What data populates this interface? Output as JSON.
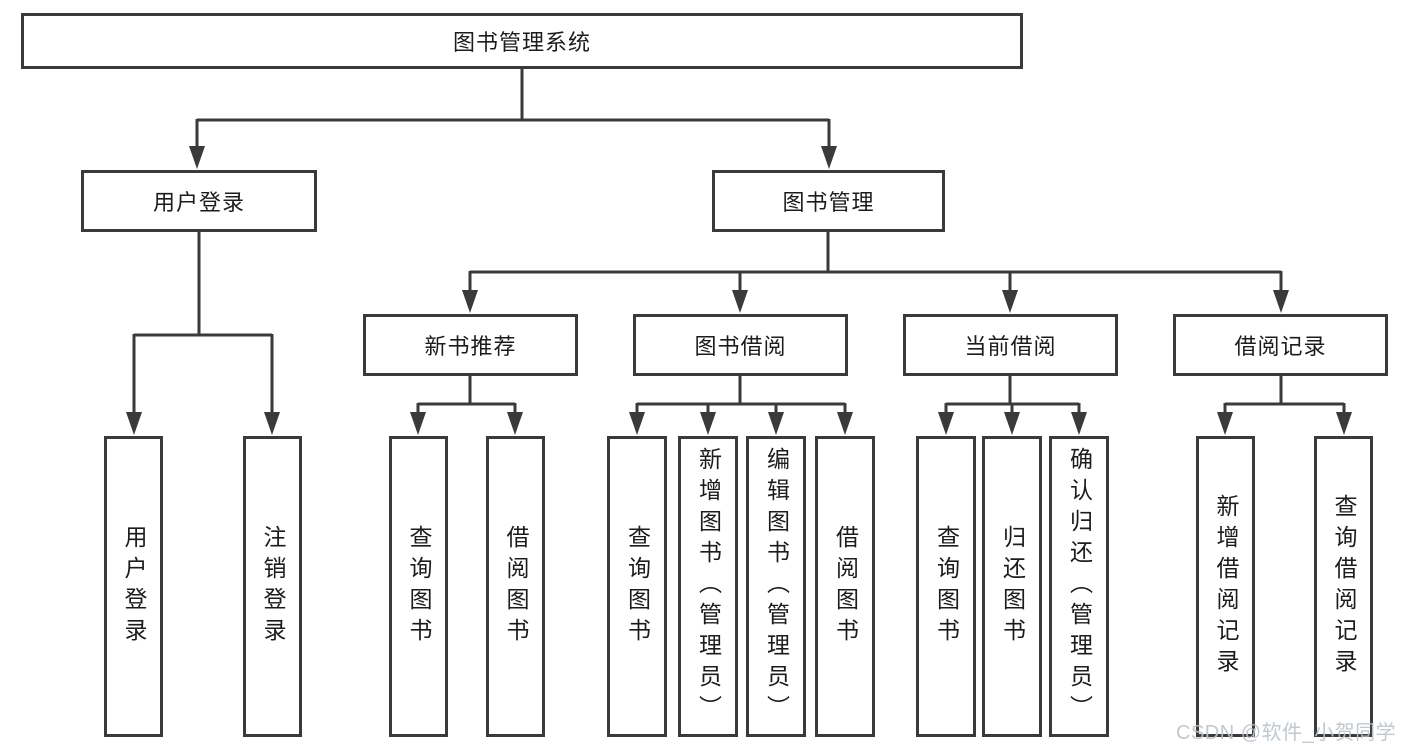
{
  "diagram": {
    "root": {
      "label": "图书管理系统"
    },
    "level2": [
      {
        "label": "用户登录",
        "parent": "图书管理系统"
      },
      {
        "label": "图书管理",
        "parent": "图书管理系统"
      }
    ],
    "level3": [
      {
        "label": "新书推荐",
        "parent": "图书管理"
      },
      {
        "label": "图书借阅",
        "parent": "图书管理"
      },
      {
        "label": "当前借阅",
        "parent": "图书管理"
      },
      {
        "label": "借阅记录",
        "parent": "图书管理"
      }
    ],
    "leaves": [
      {
        "label": "用户登录",
        "parent": "用户登录"
      },
      {
        "label": "注销登录",
        "parent": "用户登录"
      },
      {
        "label": "查询图书",
        "parent": "新书推荐"
      },
      {
        "label": "借阅图书",
        "parent": "新书推荐"
      },
      {
        "label": "查询图书",
        "parent": "图书借阅"
      },
      {
        "label": "新增图书（管理员）",
        "parent": "图书借阅"
      },
      {
        "label": "编辑图书（管理员）",
        "parent": "图书借阅"
      },
      {
        "label": "借阅图书",
        "parent": "图书借阅"
      },
      {
        "label": "查询图书",
        "parent": "当前借阅"
      },
      {
        "label": "归还图书",
        "parent": "当前借阅"
      },
      {
        "label": "确认归还（管理员）",
        "parent": "当前借阅"
      },
      {
        "label": "新增借阅记录",
        "parent": "借阅记录"
      },
      {
        "label": "查询借阅记录",
        "parent": "借阅记录"
      }
    ],
    "watermark": "CSDN @软件_小贺同学",
    "colors": {
      "line": "#3a3a3a",
      "text": "#1c1c1c",
      "watermark": "#bcc3ca",
      "background": "#ffffff"
    }
  }
}
